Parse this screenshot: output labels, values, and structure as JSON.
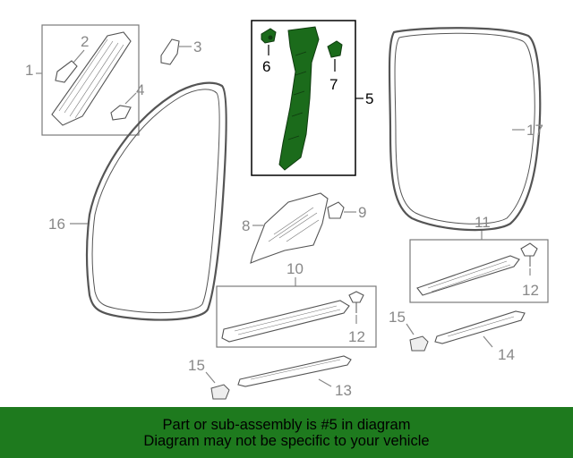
{
  "callouts": {
    "c1": "1",
    "c2": "2",
    "c3": "3",
    "c4": "4",
    "c5": "5",
    "c6": "6",
    "c7": "7",
    "c8": "8",
    "c9": "9",
    "c10": "10",
    "c11": "11",
    "c12a": "12",
    "c12b": "12",
    "c13": "13",
    "c14": "14",
    "c15a": "15",
    "c15b": "15",
    "c16": "16",
    "c17": "17"
  },
  "highlight_part": "5",
  "colors": {
    "highlight": "#1b6b1b",
    "banner": "#1e7a1e",
    "text": "#000000",
    "linework": "#888888"
  },
  "banner": {
    "line1": "Part or sub-assembly is #5 in diagram",
    "line2": "Diagram may not be specific to your vehicle"
  }
}
